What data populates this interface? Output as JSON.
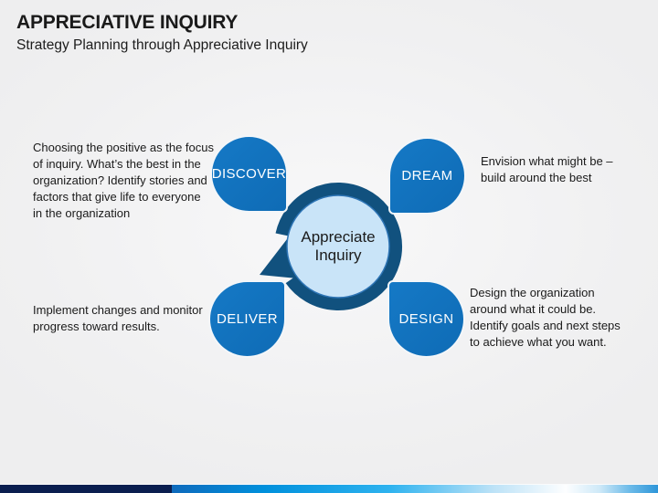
{
  "slide": {
    "title": "APPRECIATIVE INQUIRY",
    "subtitle": "Strategy Planning through Appreciative Inquiry"
  },
  "diagram": {
    "center_label": "Appreciate\nInquiry",
    "cycle_icon": "circular-arrow-clockwise",
    "nodes": [
      {
        "id": "discover",
        "label": "DISCOVER",
        "description": "Choosing the positive as the focus\nof inquiry. What’s the best in the\norganization? Identify stories and\nfactors that give life to everyone\nin the organization"
      },
      {
        "id": "dream",
        "label": "DREAM",
        "description": "Envision what might be –\nbuild around the best"
      },
      {
        "id": "deliver",
        "label": "DELIVER",
        "description": "Implement changes and monitor\nprogress toward results."
      },
      {
        "id": "design",
        "label": "DESIGN",
        "description": "Design the organization\naround what it could be.\nIdentify goals and next steps\nto achieve what you want."
      }
    ],
    "colors": {
      "node_fill": "#1173bd",
      "ring": "#11517e",
      "center_fill": "#c9e4f8",
      "center_stroke": "#2e75b6",
      "label_text": "#ffffff"
    }
  },
  "footer": {
    "navy": "#0a1e4f",
    "gradient_start": "#0e6abc",
    "gradient_mid": "#2fb3ef",
    "gradient_end": "#2e96d9"
  }
}
